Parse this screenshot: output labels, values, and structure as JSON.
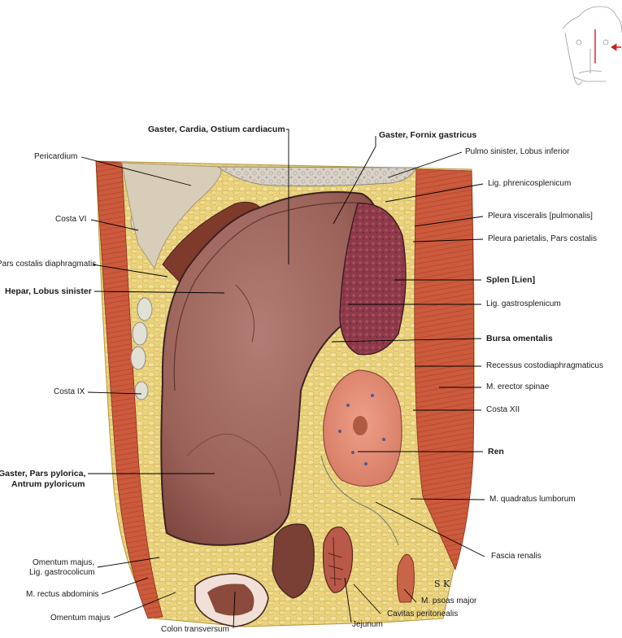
{
  "figure": {
    "signature": "S K",
    "colors": {
      "fat": "#e9d27a",
      "muscle": "#c9553a",
      "stomach_wall": "#8a4a44",
      "stomach_mucosa": "#a8746c",
      "spleen": "#8e3a4a",
      "kidney": "#e3917c",
      "lung": "#d8d0c6",
      "liver": "#7a3428",
      "bone": "#dcdcd0"
    }
  },
  "labels": {
    "pericardium": "Pericardium",
    "costa_vi": "Costa VI",
    "pars_costalis_diaphragmatis": "Pars costalis diaphragmatis",
    "hepar": "Hepar, Lobus sinister",
    "costa_ix": "Costa IX",
    "gaster_pylorica_1": "Gaster, Pars pylorica,",
    "gaster_pylorica_2": "Antrum pyloricum",
    "omentum_majus_gastrocolicum_1": "Omentum majus,",
    "omentum_majus_gastrocolicum_2": "Lig. gastrocolicum",
    "rectus": "M. rectus abdominis",
    "omentum_majus": "Omentum majus",
    "colon": "Colon transversum",
    "jejunum": "Jejunum",
    "cavitas": "Cavitas peritonealis",
    "psoas": "M. psoas major",
    "fascia": "Fascia renalis",
    "quadratus": "M. quadratus lumborum",
    "ren": "Ren",
    "costa_xii": "Costa XII",
    "erector": "M. erector spinae",
    "recessus": "Recessus costodiaphragmaticus",
    "bursa": "Bursa omentalis",
    "gastrosplenicum": "Lig. gastrosplenicum",
    "splen": "Splen [Lien]",
    "pleura_parietalis": "Pleura parietalis, Pars costalis",
    "pleura_visceralis": "Pleura visceralis [pulmonalis]",
    "phrenicosplenicum": "Lig. phrenicosplenicum",
    "pulmo": "Pulmo sinister, Lobus inferior",
    "fornix": "Gaster, Fornix gastricus",
    "cardia": "Gaster, Cardia, Ostium cardiacum"
  }
}
